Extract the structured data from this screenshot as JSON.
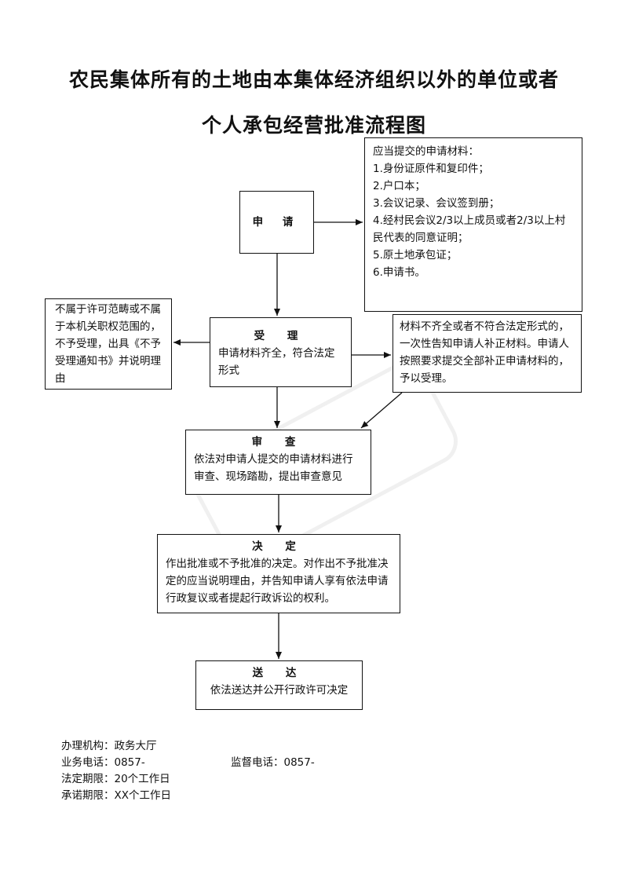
{
  "title": {
    "line1": "农民集体所有的土地由本集体经济组织以外的单位或者",
    "line2": "个人承包经营批准流程图"
  },
  "materials": {
    "heading": "应当提交的申请材料：",
    "items": [
      "1.身份证原件和复印件；",
      "2.户口本；",
      "3.会议记录、会议签到册；",
      "4.经村民会议2/3以上成员或者2/3以上村民代表的同意证明；",
      "5.原土地承包证；",
      "6.申请书。"
    ]
  },
  "apply": {
    "label": "申 请"
  },
  "reject": {
    "text": "不属于许可范畴或不属于本机关职权范围的，不予受理，出具《不予受理通知书》并说明理由"
  },
  "accept": {
    "label": "受 理",
    "text": "申请材料齐全，符合法定形式"
  },
  "supplement": {
    "text": "材料不齐全或者不符合法定形式的，一次性告知申请人补正材料。申请人按照要求提交全部补正申请材料的，予以受理。"
  },
  "review": {
    "label": "审 查",
    "text": "依法对申请人提交的申请材料进行审查、现场踏勘，提出审查意见"
  },
  "decision": {
    "label": "决 定",
    "text": "作出批准或不予批准的决定。对作出不予批准决定的应当说明理由，并告知申请人享有依法申请行政复议或者提起行政诉讼的权利。"
  },
  "deliver": {
    "label": "送 达",
    "text": "依法送达并公开行政许可决定"
  },
  "footer": {
    "agency": "办理机构：政务大厅",
    "business_phone": "业务电话：0857-",
    "supervise_phone": "监督电话：0857-",
    "legal_limit": "法定期限：20个工作日",
    "promise_limit": "承诺期限：XX个工作日"
  }
}
